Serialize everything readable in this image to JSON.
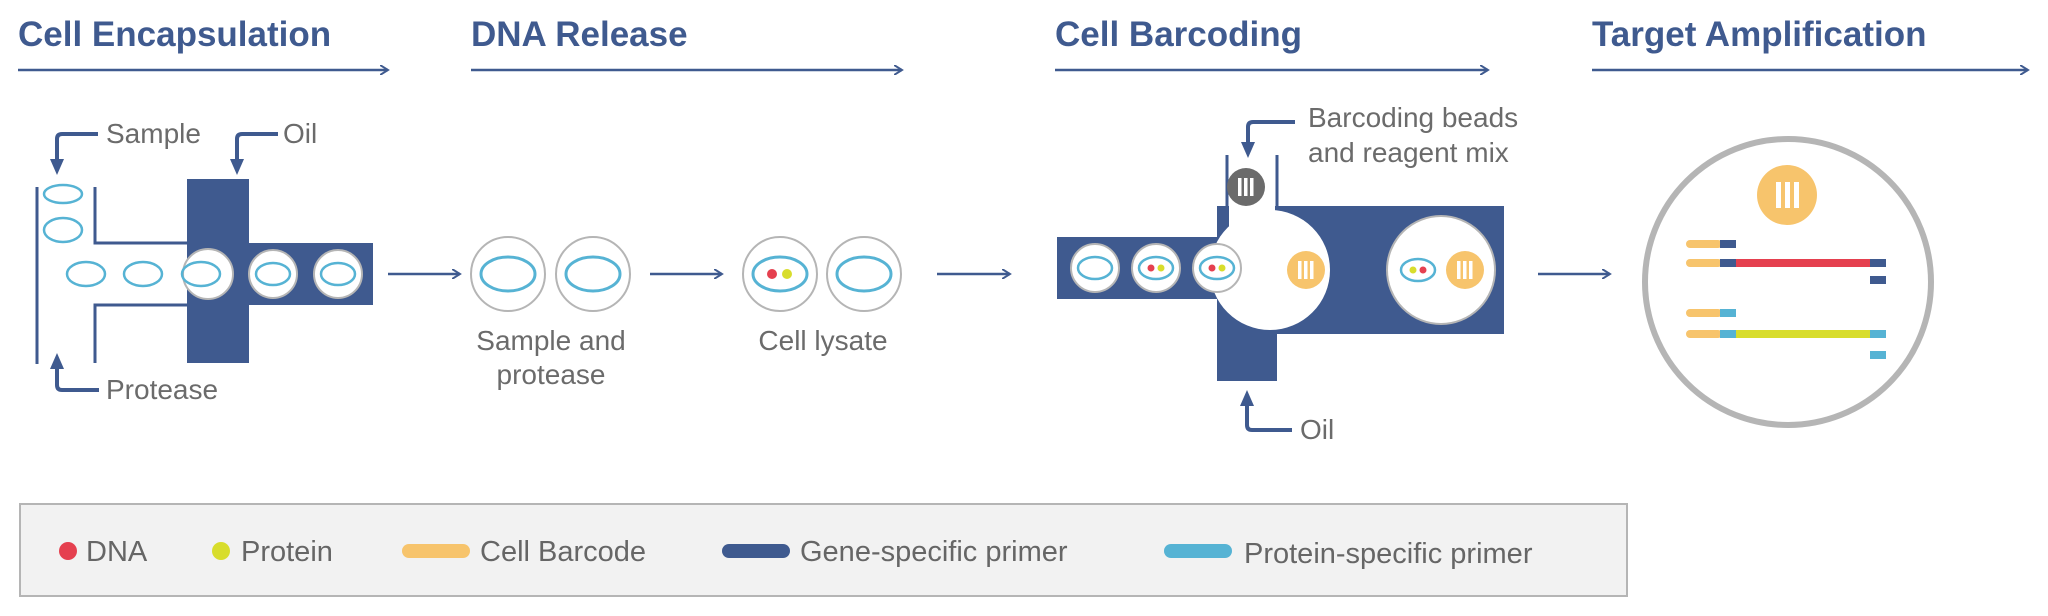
{
  "stages": [
    "Cell Encapsulation",
    "DNA Release",
    "Cell Barcoding",
    "Target Amplification"
  ],
  "labels": {
    "sample": "Sample",
    "oil_top": "Oil",
    "protease": "Protease",
    "sample_and_protease": [
      "Sample and",
      "protease"
    ],
    "cell_lysate": "Cell lysate",
    "barcoding_beads": [
      "Barcoding beads",
      "and reagent mix"
    ],
    "oil_bottom": "Oil"
  },
  "legend": [
    {
      "label": "DNA",
      "swatch": "dot",
      "color": "#e5404f"
    },
    {
      "label": "Protein",
      "swatch": "dot",
      "color": "#d8dd2c"
    },
    {
      "label": "Cell Barcode",
      "swatch": "bar",
      "color": "#f7c46c"
    },
    {
      "label": "Gene-specific primer",
      "swatch": "bar",
      "color": "#3f5a8f"
    },
    {
      "label": "Protein-specific primer",
      "swatch": "bar",
      "color": "#56b3d4"
    }
  ],
  "colors": {
    "navy": "#3f5a8f",
    "cyan": "#56b3d4",
    "gray": "#b5b5b5",
    "dark_gray": "#6b6b6b",
    "dna": "#e5404f",
    "protein": "#d8dd2c",
    "barcode": "#f7c46c",
    "gene_primer": "#3f5a8f",
    "protein_primer": "#56b3d4"
  },
  "icons": [
    "arrow-right-icon",
    "bent-arrow-icon",
    "barcoding-bead-icon"
  ]
}
